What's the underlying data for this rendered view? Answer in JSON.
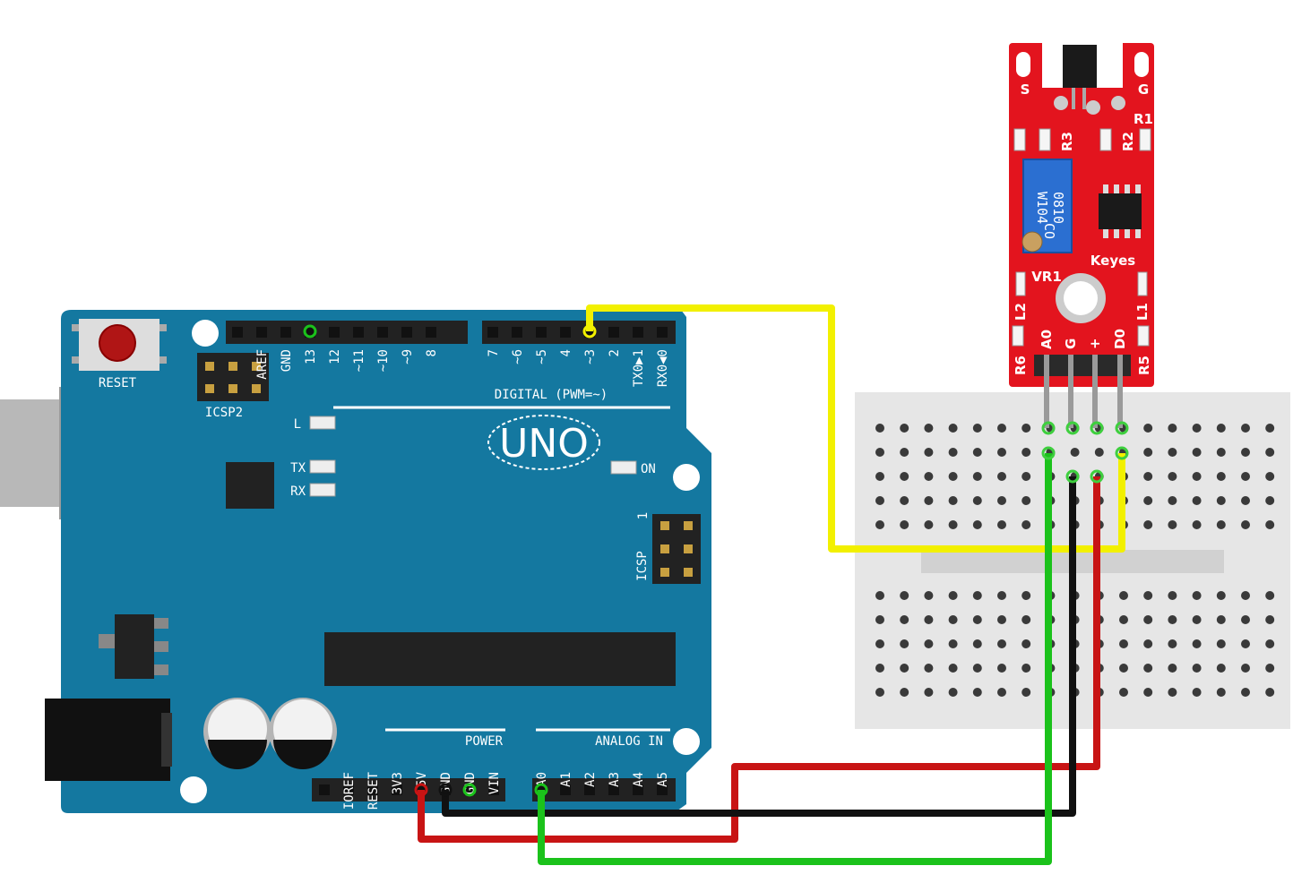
{
  "arduino": {
    "reset_label": "RESET",
    "icsp2_label": "ICSP2",
    "icsp_label": "ICSP",
    "icsp_pin1": "1",
    "uno_label": "UNO",
    "digital_label": "DIGITAL (PWM=~)",
    "power_label": "POWER",
    "analog_label": "ANALOG IN",
    "led_l": "L",
    "led_tx": "TX",
    "led_rx": "RX",
    "led_on": "ON",
    "digital_pins_left": [
      "AREF",
      "GND",
      "13",
      "12",
      "~11",
      "~10",
      "~9",
      "8"
    ],
    "digital_pins_right": [
      "7",
      "~6",
      "~5",
      "4",
      "~3",
      "2",
      "TX0▶1",
      "RX0◀0"
    ],
    "power_pins": [
      "IOREF",
      "RESET",
      "3V3",
      "5V",
      "GND",
      "GND",
      "VIN"
    ],
    "analog_pins": [
      "A0",
      "A1",
      "A2",
      "A3",
      "A4",
      "A5"
    ]
  },
  "module": {
    "label_s": "S",
    "label_g": "G",
    "label_r1": "R1",
    "label_r2": "R2",
    "label_r3": "R3",
    "pot_line1": "W104",
    "pot_line2": "0810",
    "pot_line3": "CO",
    "brand": "Keyes",
    "label_vr1": "VR1",
    "label_l1": "L1",
    "label_l2": "L2",
    "label_r5": "R5",
    "label_r6": "R6",
    "pins": [
      "A0",
      "G",
      "+",
      "D0"
    ]
  },
  "colors": {
    "board": "#1478a0",
    "module": "#e3141e",
    "wire_yellow": "#f2f000",
    "wire_red": "#c81414",
    "wire_black": "#111111",
    "wire_green": "#1bc21b",
    "breadboard": "#e6e6e6"
  }
}
